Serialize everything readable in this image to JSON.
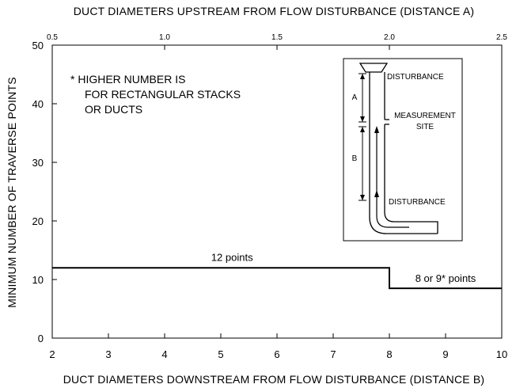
{
  "chart_data": {
    "type": "line",
    "title": "DUCT DIAMETERS UPSTREAM FROM FLOW DISTURBANCE (DISTANCE A)",
    "xlabel": "DUCT DIAMETERS DOWNSTREAM FROM FLOW DISTURBANCE (DISTANCE B)",
    "ylabel": "MINIMUM NUMBER OF TRAVERSE POINTS",
    "xlim": [
      2,
      10
    ],
    "ylim": [
      0,
      50
    ],
    "x2lim": [
      0.5,
      2.5
    ],
    "x_ticks": [
      "2",
      "3",
      "4",
      "5",
      "6",
      "7",
      "8",
      "9",
      "10"
    ],
    "y_ticks": [
      "0",
      "10",
      "20",
      "30",
      "40",
      "50"
    ],
    "x2_ticks": [
      "0.5",
      "1.0",
      "1.5",
      "2.0",
      "2.5"
    ],
    "grid": false,
    "series": [
      {
        "x": [
          2,
          8,
          8,
          10
        ],
        "y": [
          12,
          12,
          8.5,
          8.5
        ]
      }
    ],
    "labels": [
      {
        "text": "12 points",
        "x": 5.2,
        "y": 13.2
      },
      {
        "text": "8 or 9* points",
        "x": 9.0,
        "y": 9.6
      }
    ],
    "note": [
      "*  HIGHER NUMBER IS",
      "FOR RECTANGULAR STACKS",
      "OR DUCTS"
    ],
    "inset": {
      "disturbance_top": "DISTURBANCE",
      "measurement_site": [
        "MEASUREMENT",
        "SITE"
      ],
      "disturbance_bottom": "DISTURBANCE",
      "label_a": "A",
      "label_b": "B"
    }
  }
}
